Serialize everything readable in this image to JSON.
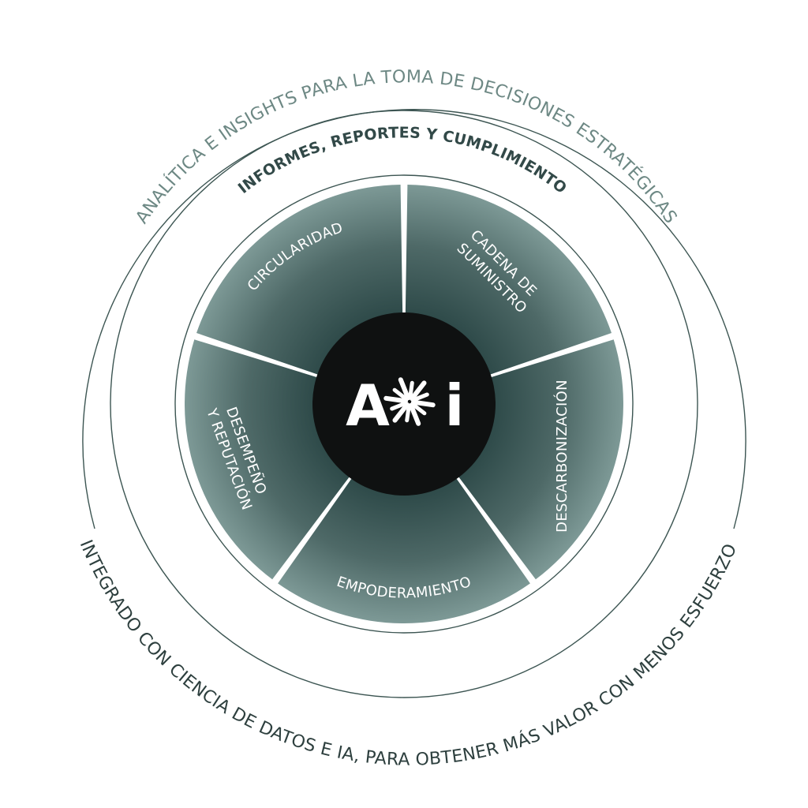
{
  "outer_ring_text": "ANALÍTICA E INSIGHTS PARA LA TOMA DE DECISIONES ESTRATÉGICAS",
  "middle_ring_text": "INFORMES, REPORTES Y CUMPLIMIENTO",
  "bottom_ring_text": "INTEGRADO CON CIENCIA DE DATOS E IA, PARA OBTENER MÁS VALOR CON MENOS ESFUERZO",
  "segments": [
    {
      "lines": [
        "CIRCULARIDAD"
      ]
    },
    {
      "lines": [
        "CADENA DE",
        "SUMINISTRO"
      ]
    },
    {
      "lines": [
        "DESCARBONIZACIÓN"
      ]
    },
    {
      "lines": [
        "EMPODERAMIENTO"
      ]
    },
    {
      "lines": [
        "DESEMPEÑO",
        "Y REPUTACIÓN"
      ]
    }
  ],
  "logo": {
    "left": "A",
    "right": "i"
  },
  "colors": {
    "segment_inner": "#2f4b4a",
    "segment_outer": "#7d9996",
    "ring_line": "#3c5552",
    "center": "#0f1111",
    "outer_text": "#6d8884",
    "middle_text": "#324948",
    "bottom_text": "#2d3f3e"
  }
}
